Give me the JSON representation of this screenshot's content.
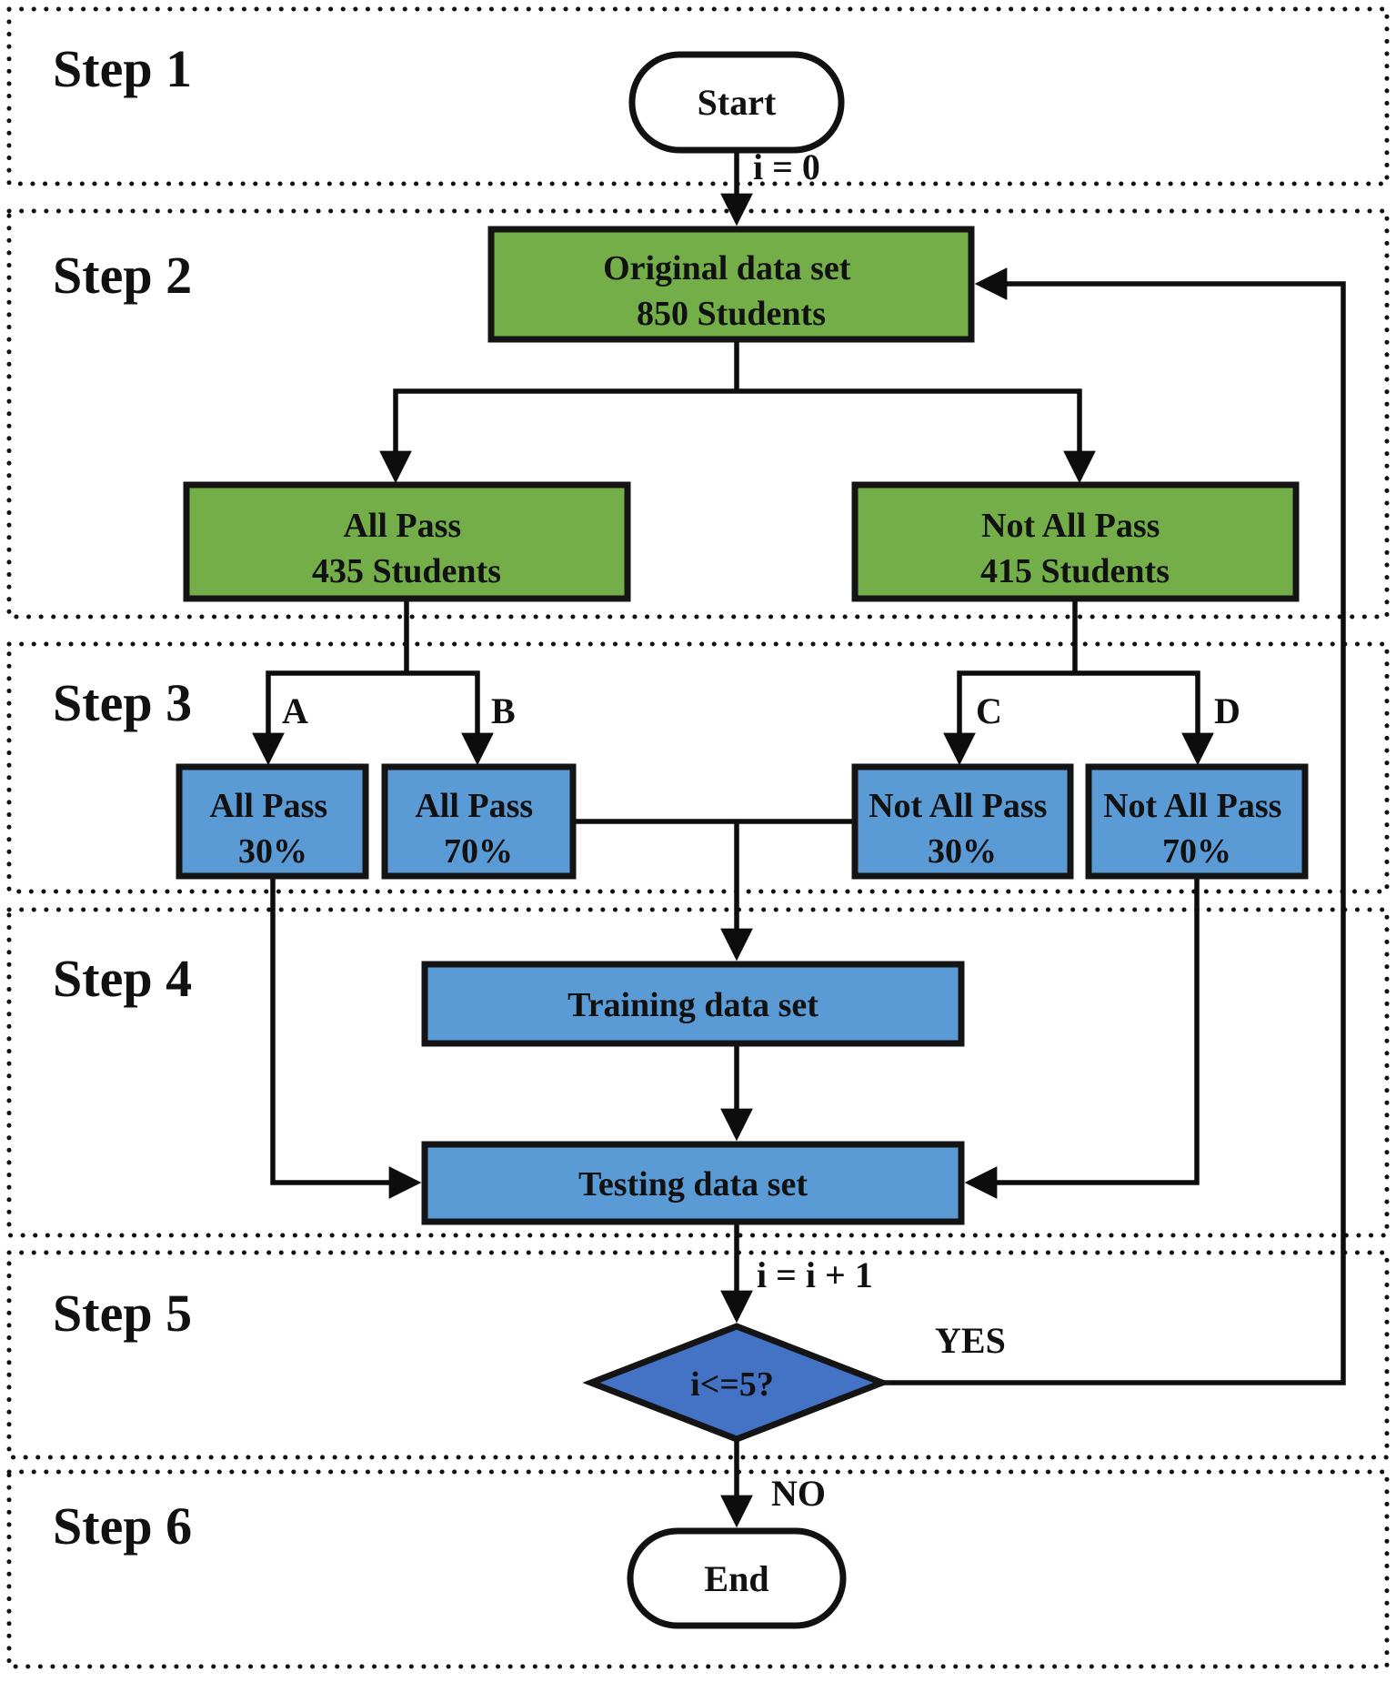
{
  "steps": [
    {
      "label": "Step 1"
    },
    {
      "label": "Step 2"
    },
    {
      "label": "Step 3"
    },
    {
      "label": "Step 4"
    },
    {
      "label": "Step 5"
    },
    {
      "label": "Step 6"
    }
  ],
  "nodes": {
    "start": {
      "label": "Start"
    },
    "original": {
      "line1": "Original data set",
      "line2": "850 Students"
    },
    "all_pass": {
      "line1": "All Pass",
      "line2": "435 Students"
    },
    "not_all_pass": {
      "line1": "Not All Pass",
      "line2": "415 Students"
    },
    "all_pass_30": {
      "line1": "All Pass",
      "line2": "30%"
    },
    "all_pass_70": {
      "line1": "All Pass",
      "line2": "70%"
    },
    "not_all_pass_30": {
      "line1": "Not All Pass",
      "line2": "30%"
    },
    "not_all_pass_70": {
      "line1": "Not All Pass",
      "line2": "70%"
    },
    "training": {
      "label": "Training data set"
    },
    "testing": {
      "label": "Testing data set"
    },
    "decision": {
      "label": "i<=5?"
    },
    "end": {
      "label": "End"
    }
  },
  "edge_labels": {
    "init": "i = 0",
    "branch_a": "A",
    "branch_b": "B",
    "branch_c": "C",
    "branch_d": "D",
    "increment": "i = i + 1",
    "yes": "YES",
    "no": "NO"
  },
  "colors": {
    "green": "#74AE49",
    "blue": "#5B9BD5",
    "dark_blue": "#4472C4",
    "white": "#FFFFFF"
  }
}
